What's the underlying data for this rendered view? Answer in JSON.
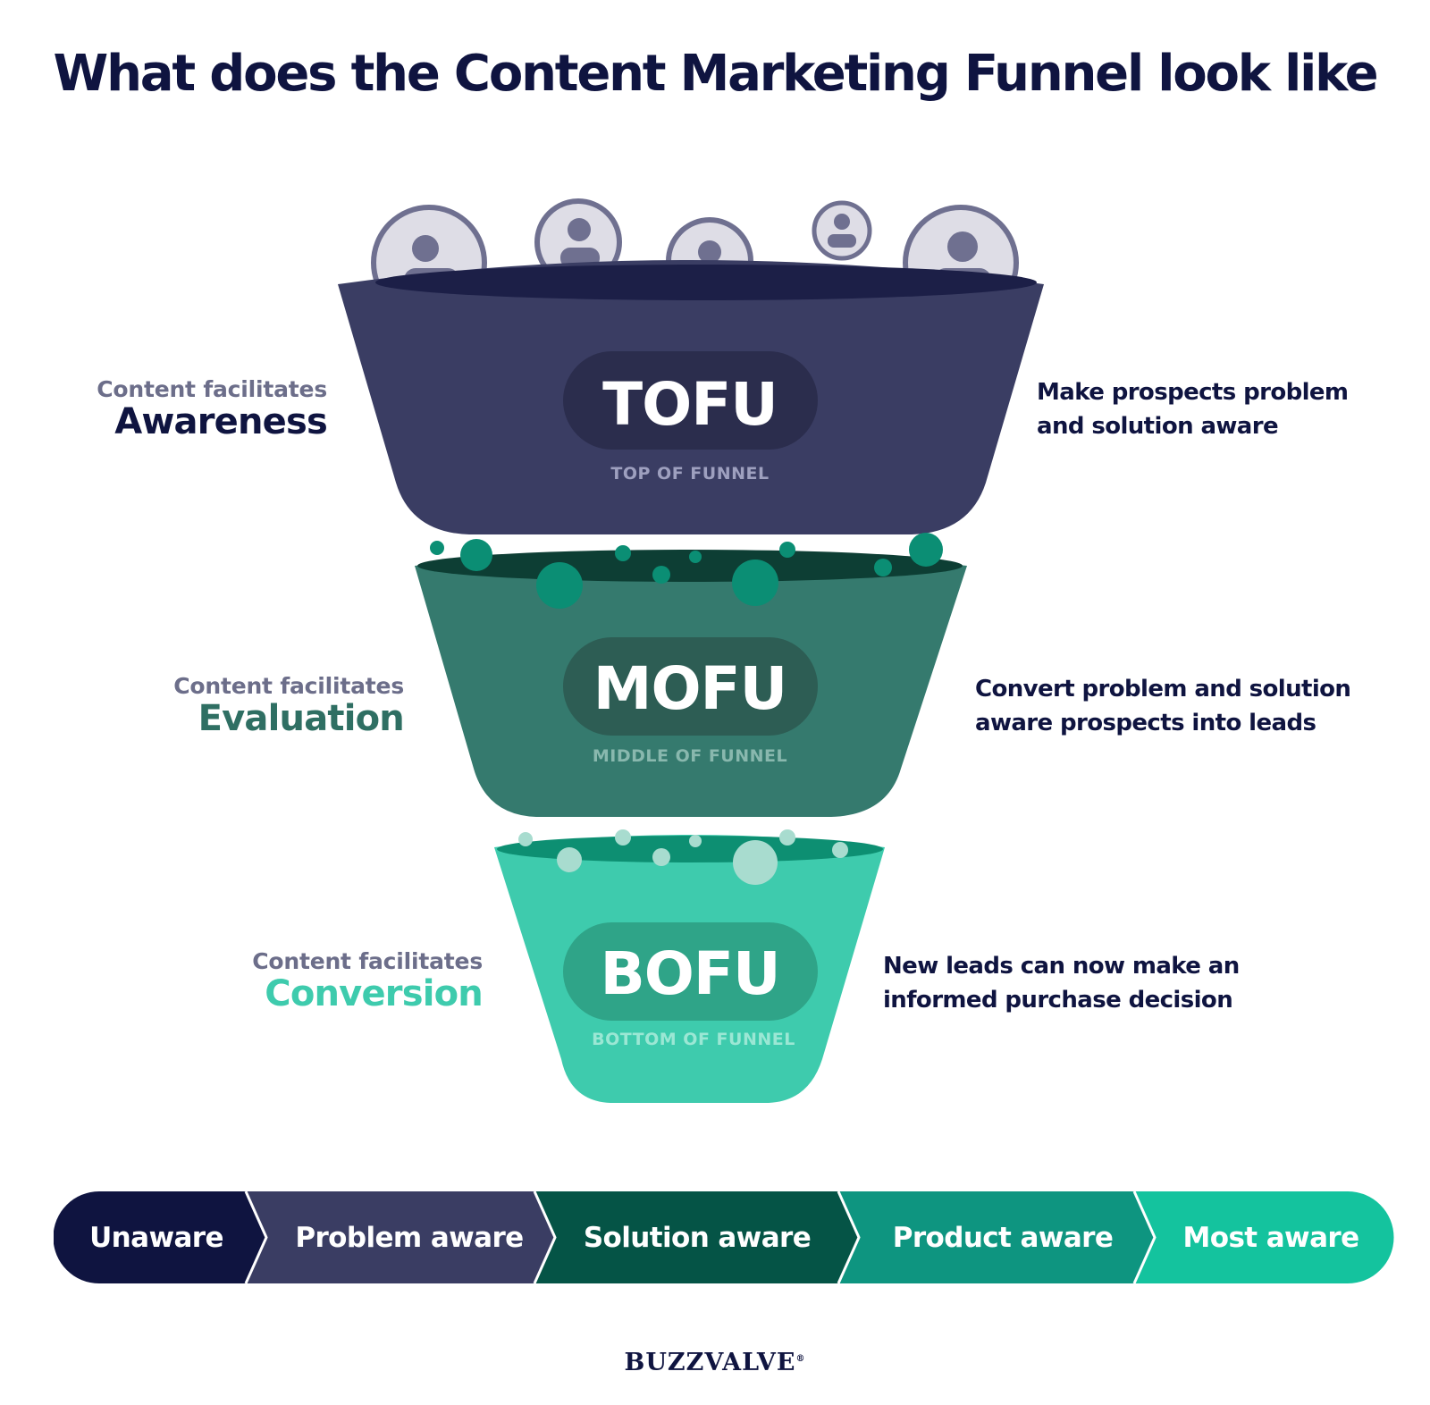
{
  "title": "What does the Content Marketing Funnel look like",
  "colors": {
    "navy": "#0f1440",
    "tofu": "#3a3d63",
    "mofu": "#357a6e",
    "bofu": "#3ecbad",
    "conversion_text": "#3ecbad",
    "evaluation_text": "#2f6f63"
  },
  "funnel": [
    {
      "name": "TOFU",
      "subtitle": "TOP OF FUNNEL",
      "kicker": "Content facilitates",
      "goal": "Awareness",
      "description_lines": [
        "Make prospects problem",
        "and solution aware"
      ]
    },
    {
      "name": "MOFU",
      "subtitle": "MIDDLE OF FUNNEL",
      "kicker": "Content facilitates",
      "goal": "Evaluation",
      "description_lines": [
        "Convert problem and solution",
        "aware prospects into leads"
      ]
    },
    {
      "name": "BOFU",
      "subtitle": "BOTTOM OF FUNNEL",
      "kicker": "Content facilitates",
      "goal": "Conversion",
      "description_lines": [
        "New leads can now make an",
        "informed purchase decision"
      ]
    }
  ],
  "top_icons": [
    "user-avatar-icon",
    "user-avatar-icon",
    "user-avatar-icon",
    "user-avatar-icon",
    "user-avatar-icon"
  ],
  "awareness_stages": [
    {
      "label": "Unaware",
      "color": "#0f1440"
    },
    {
      "label": "Problem aware",
      "color": "#3a3d63"
    },
    {
      "label": "Solution aware",
      "color": "#055446"
    },
    {
      "label": "Product aware",
      "color": "#0e9580"
    },
    {
      "label": "Most aware",
      "color": "#14c39e"
    }
  ],
  "brand": {
    "name": "BUZZVALVE",
    "mark": "®"
  }
}
